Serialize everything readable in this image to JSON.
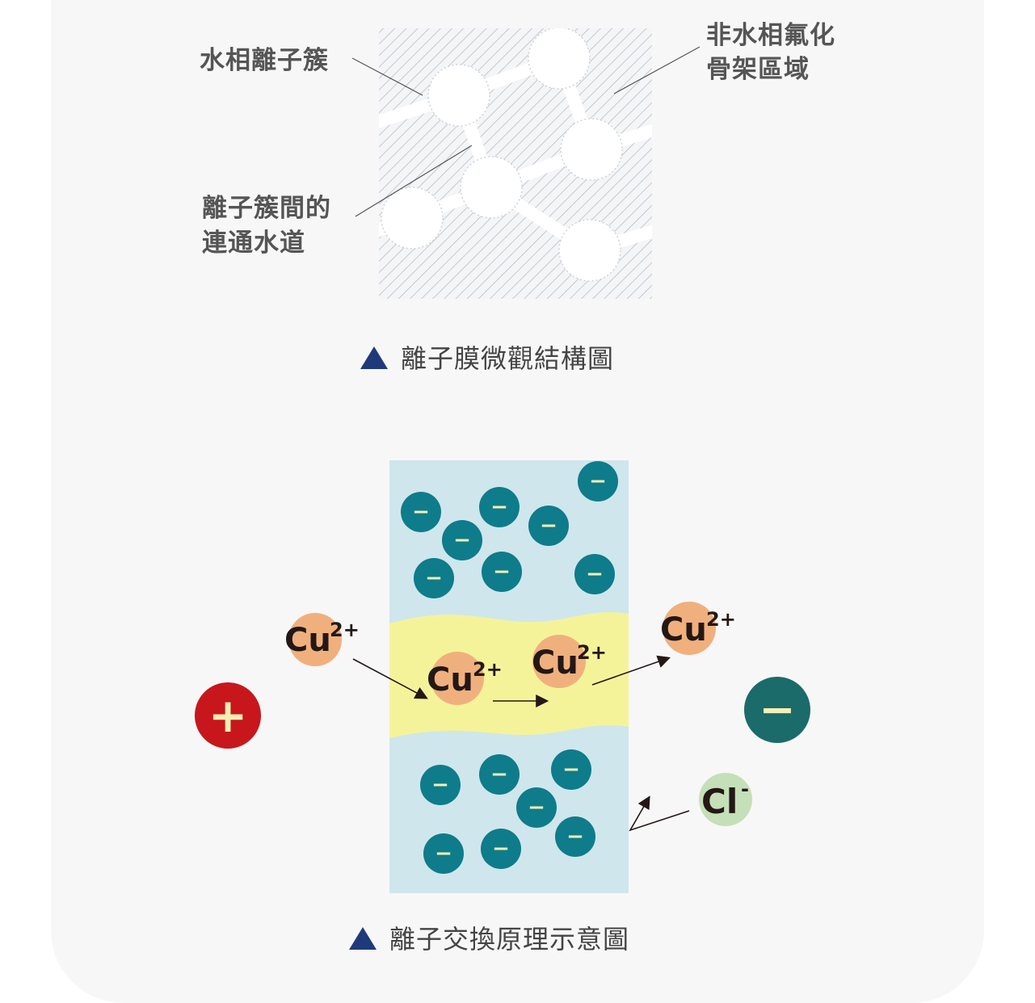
{
  "structure": {
    "label_cluster": "水相離子簇",
    "label_matrix_line1": "非水相氟化",
    "label_matrix_line2": "骨架區域",
    "label_channel_line1": "離子簇間的",
    "label_channel_line2": "連通水道",
    "caption": "離子膜微觀結構圖"
  },
  "exchange": {
    "caption": "離子交換原理示意圖",
    "anode_symbol": "+",
    "cathode_symbol": "−",
    "fixed_charge_symbol": "−",
    "cation_base": "Cu",
    "cation_charge": "2+",
    "anion_base": "Cl",
    "anion_charge": "-"
  },
  "colors": {
    "membrane_blue": "#cfe6ec",
    "channel_yellow": "#f5f39a",
    "fixed_ion": "#0e7c8a",
    "cu_ion": "#f0b07d",
    "cl_ion": "#c5dfb8",
    "anode": "#c8161d",
    "cathode": "#1b6b6a",
    "caption_triangle": "#1f3a7a"
  }
}
